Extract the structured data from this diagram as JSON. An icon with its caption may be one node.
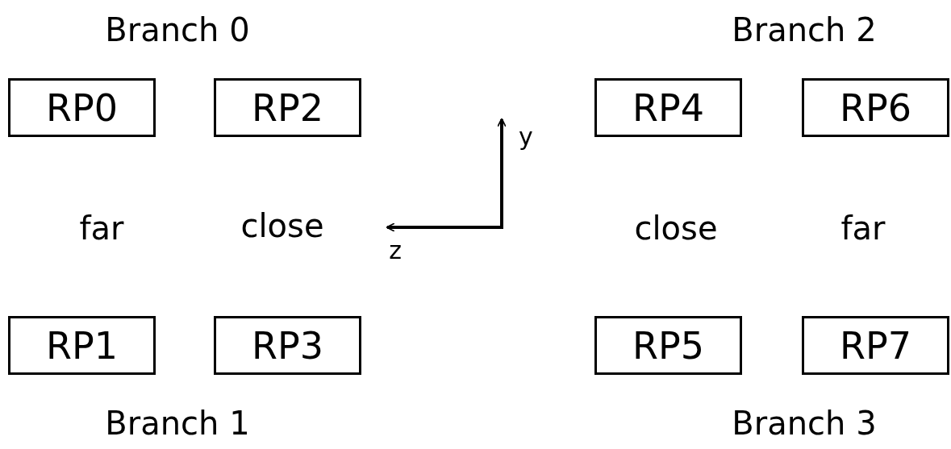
{
  "diagram": {
    "nodes": [
      {
        "text": [
          "RP0"
        ]
      },
      {
        "text": [
          "RP2"
        ]
      },
      {
        "text": [
          "RP4"
        ]
      },
      {
        "text": [
          "RP6"
        ]
      },
      {
        "text": [
          "RP1"
        ]
      },
      {
        "text": [
          "RP3"
        ]
      },
      {
        "text": [
          "RP5"
        ]
      },
      {
        "text": [
          "RP7"
        ]
      }
    ],
    "edges": [],
    "labels": [
      "Branch 0",
      "Branch 2",
      "y",
      "far",
      "close",
      "z",
      "close",
      "far",
      "Branch 1",
      "Branch 3"
    ]
  }
}
